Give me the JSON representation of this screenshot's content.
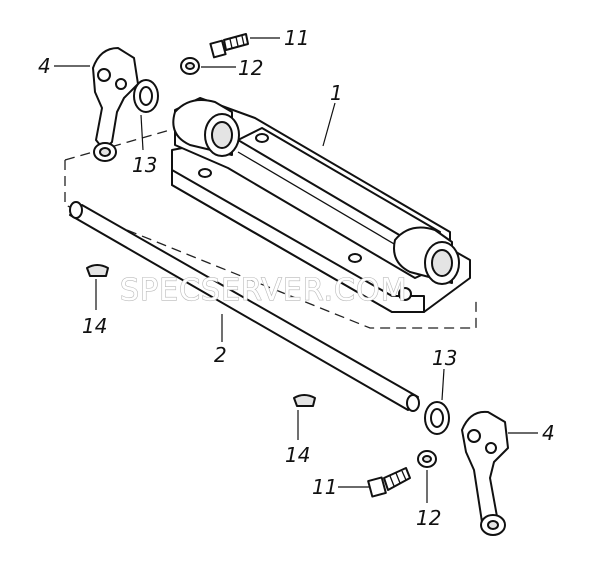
{
  "watermark": "SPECSERVER.COM",
  "callouts": {
    "housing": "1",
    "shaft": "2",
    "lever_left": "4",
    "lever_right": "4",
    "bolt_top": "11",
    "bolt_bottom": "11",
    "washer_top": "12",
    "washer_bottom": "12",
    "ring_left": "13",
    "ring_right": "13",
    "key_left": "14",
    "key_right": "14"
  }
}
